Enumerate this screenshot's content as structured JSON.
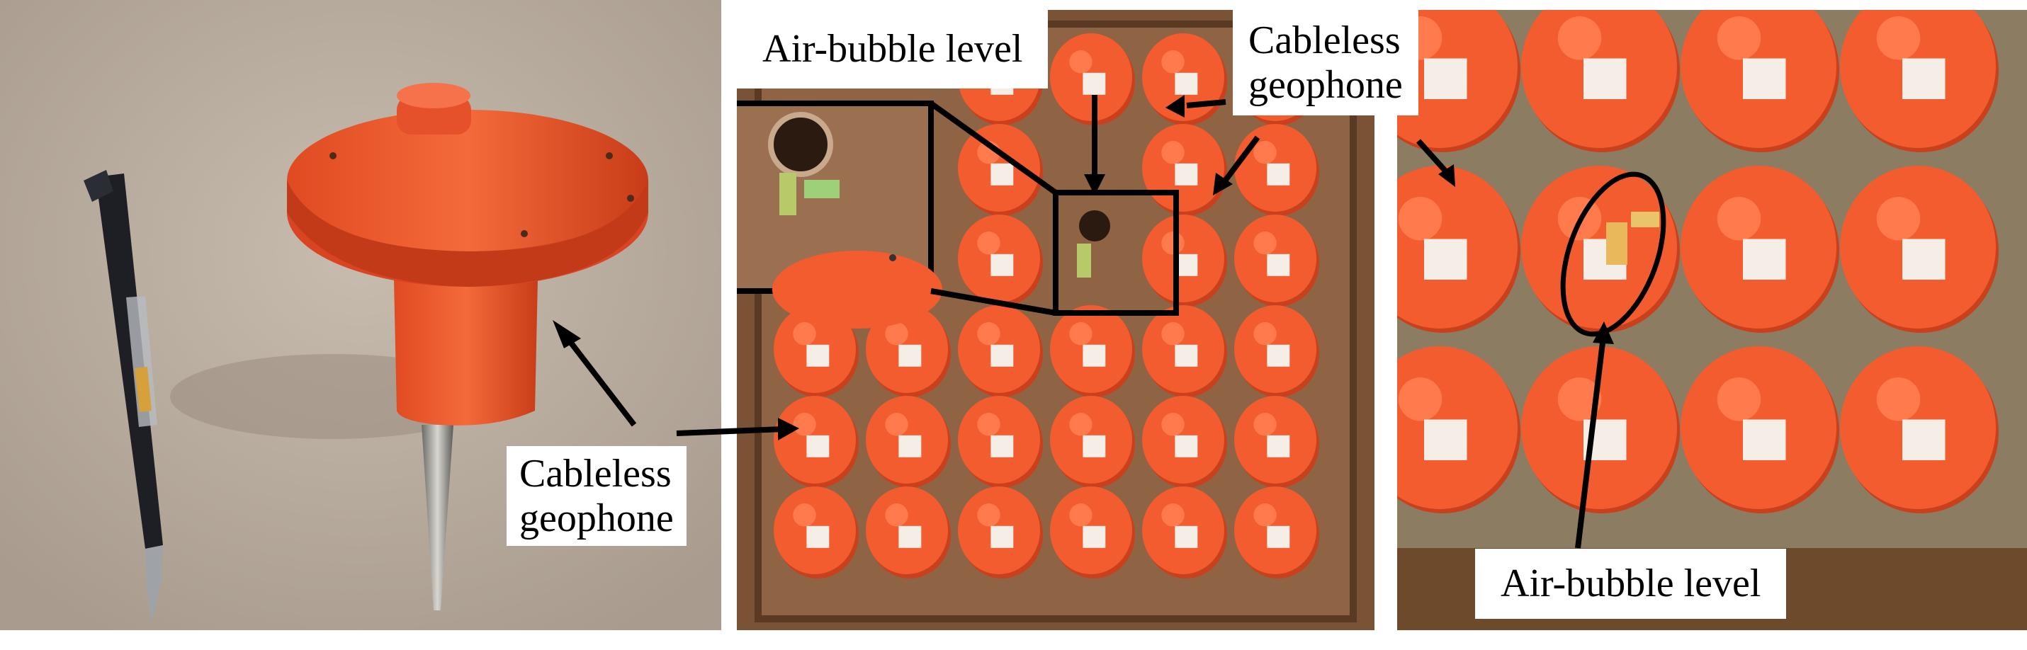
{
  "figure": {
    "labels": {
      "left_cableless_geophone": [
        "Cableless",
        "geophone"
      ],
      "mid_air_bubble_level": "Air-bubble level",
      "mid_cableless_geophone": [
        "Cableless",
        "geophone"
      ],
      "right_air_bubble_level": "Air-bubble level"
    }
  },
  "colors": {
    "geophone_orange": "#f25c2e",
    "geophone_orange_dark": "#c8401c",
    "wood_tray": "#7a5236",
    "arrow": "#000000"
  }
}
